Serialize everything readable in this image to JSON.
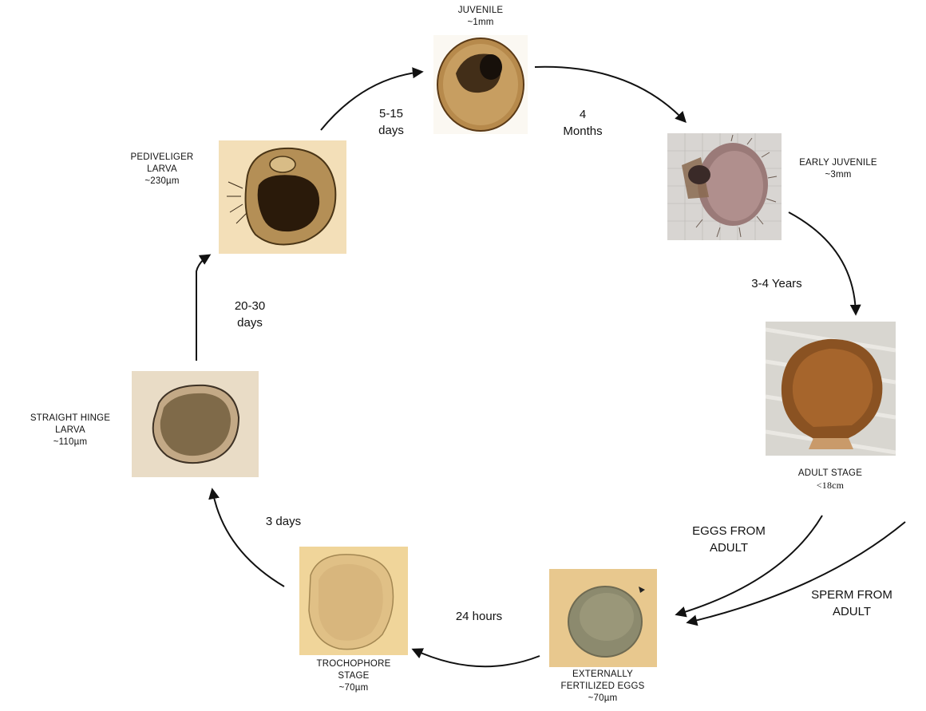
{
  "stages": {
    "juvenile": {
      "name": "JUVENILE",
      "size": "~1mm"
    },
    "early_juvenile": {
      "name": "EARLY JUVENILE",
      "size": "~3mm"
    },
    "adult": {
      "name": "ADULT STAGE",
      "size": "<18cm"
    },
    "fertilized_eggs": {
      "line1": "EXTERNALLY",
      "line2": "FERTILIZED EGGS",
      "size": "~70µm"
    },
    "trochophore": {
      "line1": "TROCHOPHORE",
      "line2": "STAGE",
      "size": "~70µm"
    },
    "straight_hinge": {
      "line1": "STRAIGHT HINGE",
      "line2": "LARVA",
      "size": "~110µm"
    },
    "pediveliger": {
      "line1": "PEDIVELIGER",
      "line2": "LARVA",
      "size": "~230µm"
    }
  },
  "durations": {
    "pediveliger_to_juvenile": {
      "line1": "5-15",
      "line2": "days"
    },
    "juvenile_to_early": {
      "line1": "4",
      "line2": "Months"
    },
    "early_to_adult": "3-4 Years",
    "eggs_to_trochophore": "24 hours",
    "trochophore_to_hinge": "3 days",
    "hinge_to_pediveliger": {
      "line1": "20-30",
      "line2": "days"
    }
  },
  "inputs": {
    "eggs": {
      "line1": "EGGS FROM",
      "line2": "ADULT"
    },
    "sperm": {
      "line1": "SPERM FROM",
      "line2": "ADULT"
    }
  }
}
